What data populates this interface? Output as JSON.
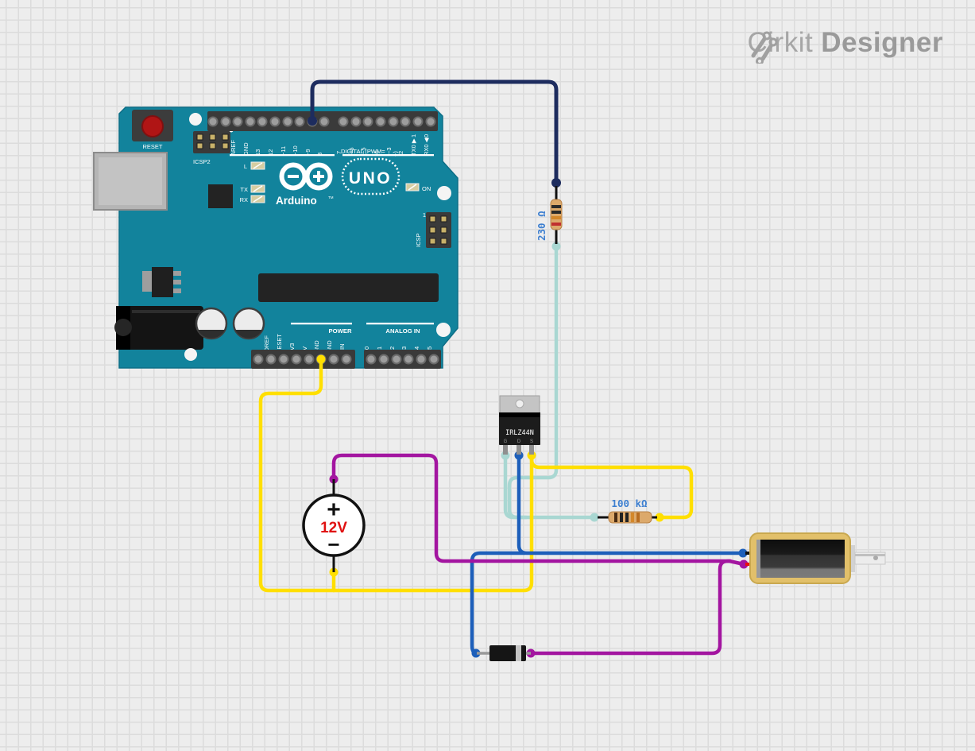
{
  "brand": {
    "name_light": "Cirkit",
    "name_bold": "Designer"
  },
  "arduino": {
    "silk": {
      "reset": "RESET",
      "icsp2": "ICSP2",
      "icsp": "ICSP",
      "icsp_pin1": "1",
      "led_l": "L",
      "led_tx": "TX",
      "led_rx": "RX",
      "on": "ON",
      "logo": "Arduino",
      "tm": "TM",
      "model": "UNO",
      "digital": "DIGITAL (PWM=",
      "digital_tilde": "~)",
      "power": "POWER",
      "analog_in": "ANALOG IN"
    },
    "digital_left": [
      "AREF",
      "GND",
      "13",
      "12",
      "~11",
      "~10",
      "~9",
      "8"
    ],
    "digital_right": [
      "7",
      "~6",
      "~5",
      "4",
      "~3",
      "2"
    ],
    "pin_digits": [
      "1",
      "0"
    ],
    "serial_labels": [
      "TX0 ▶",
      "RX0 ◀"
    ],
    "power_pins": [
      "IOREF",
      "RESET",
      "3V3",
      "5V",
      "GND",
      "GND",
      "VIN"
    ],
    "analog_pins": [
      "A0",
      "A1",
      "A2",
      "A3",
      "A4",
      "A5"
    ]
  },
  "components": {
    "resistor_230": {
      "value": "230 Ω"
    },
    "resistor_100k": {
      "value": "100 kΩ"
    },
    "mosfet": {
      "part": "IRLZ44N",
      "pin_g": "G",
      "pin_d": "D",
      "pin_s": "S"
    },
    "source": {
      "plus": "+",
      "voltage": "12V",
      "minus": "−"
    }
  },
  "colors": {
    "board": "#12839c",
    "wire_signal": "#1d2c5e",
    "wire_gate": "#a9d7d2",
    "wire_ground": "#ffdf00",
    "wire_drain": "#1d5fba",
    "wire_supply": "#a315a0",
    "label_blue": "#3d7fd0",
    "value_red": "#e01111"
  }
}
